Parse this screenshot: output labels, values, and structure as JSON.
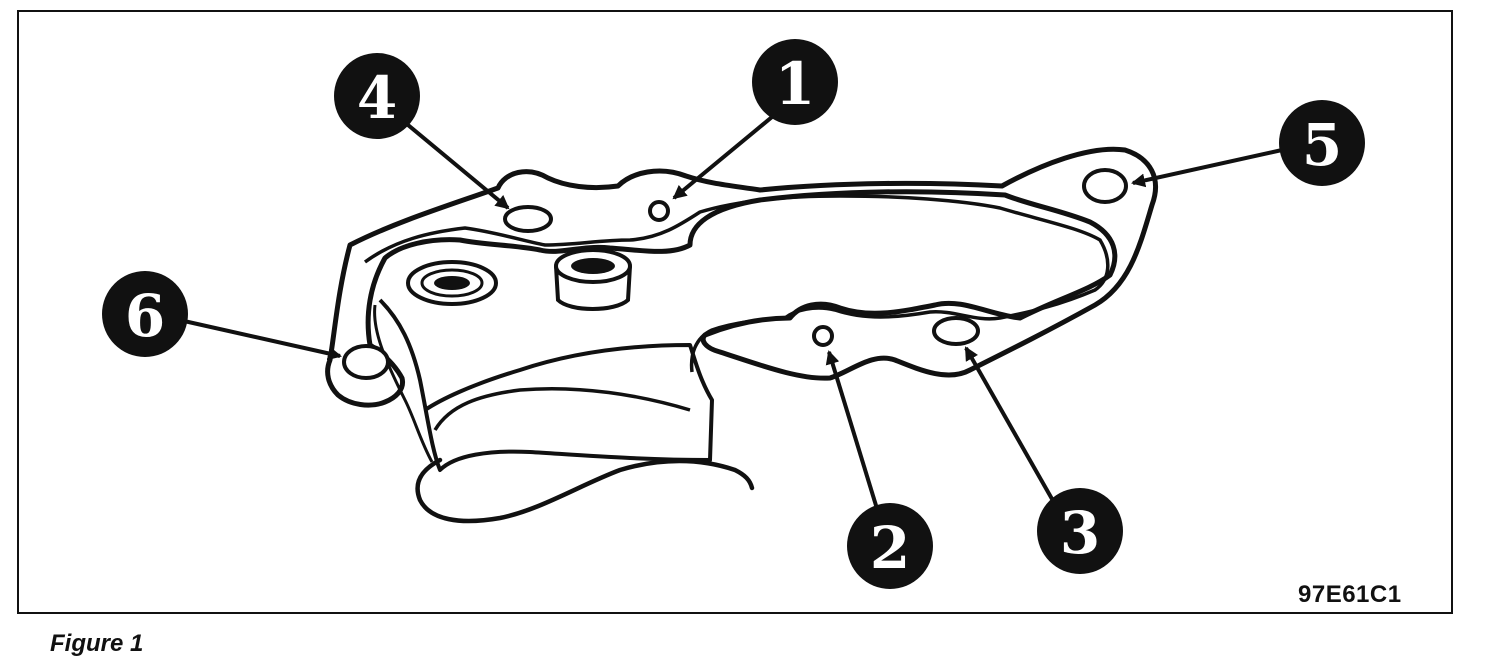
{
  "figure": {
    "caption": "Figure 1",
    "code": "97E61C1"
  },
  "callouts": [
    {
      "id": "1",
      "label": "1"
    },
    {
      "id": "2",
      "label": "2"
    },
    {
      "id": "3",
      "label": "3"
    },
    {
      "id": "4",
      "label": "4"
    },
    {
      "id": "5",
      "label": "5"
    },
    {
      "id": "6",
      "label": "6"
    }
  ],
  "colors": {
    "ink": "#111111",
    "paper": "#ffffff"
  }
}
